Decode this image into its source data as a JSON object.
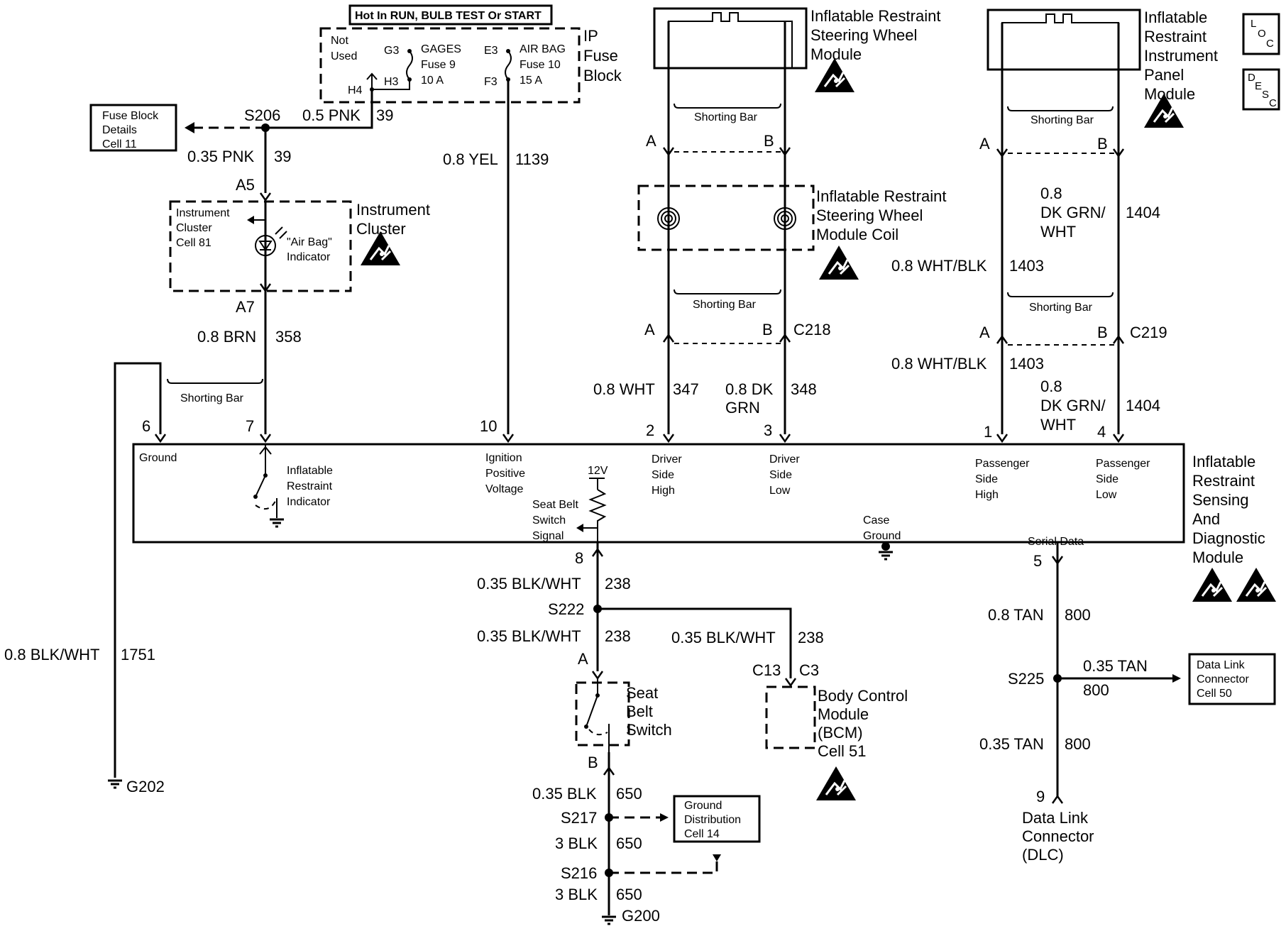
{
  "fuse_block": {
    "hot_label": "Hot In RUN, BULB TEST Or START",
    "not_used": [
      "Not",
      "Used"
    ],
    "gages": [
      "GAGES",
      "Fuse 9",
      "10 A"
    ],
    "airbag": [
      "AIR BAG",
      "Fuse 10",
      "15 A"
    ],
    "title": [
      "IP",
      "Fuse",
      "Block"
    ],
    "pins": {
      "g3": "G3",
      "h3": "H3",
      "h4": "H4",
      "e3": "E3",
      "f3": "F3"
    }
  },
  "fuse_block_details": [
    "Fuse Block",
    "Details",
    "Cell 11"
  ],
  "splices": {
    "s206": "S206",
    "s222": "S222",
    "s225": "S225",
    "s217": "S217",
    "s216": "S216"
  },
  "wires": {
    "w39_top": {
      "size": "0.5 PNK",
      "circuit": "39"
    },
    "w39": {
      "size": "0.35 PNK",
      "circuit": "39"
    },
    "w1139": {
      "size": "0.8 YEL",
      "circuit": "1139"
    },
    "w358": {
      "size": "0.8 BRN",
      "circuit": "358"
    },
    "w1751": {
      "size": "0.8 BLK/WHT",
      "circuit": "1751"
    },
    "w347": {
      "size": "0.8 WHT",
      "circuit": "347"
    },
    "w348": {
      "size": [
        "0.8 DK",
        "GRN"
      ],
      "circuit": "348"
    },
    "w1403_top": {
      "size": "0.8 WHT/BLK",
      "circuit": "1403"
    },
    "w1404_top": {
      "size": [
        "0.8",
        "DK GRN/",
        "WHT"
      ],
      "circuit": "1404"
    },
    "w1403_bot": {
      "size": "0.8 WHT/BLK",
      "circuit": "1403"
    },
    "w1404_bot": {
      "size": [
        "0.8",
        "DK GRN/",
        "WHT"
      ],
      "circuit": "1404"
    },
    "w238_a": {
      "size": "0.35 BLK/WHT",
      "circuit": "238"
    },
    "w238_b": {
      "size": "0.35 BLK/WHT",
      "circuit": "238"
    },
    "w238_c": {
      "size": "0.35 BLK/WHT",
      "circuit": "238"
    },
    "w800_a": {
      "size": "0.8 TAN",
      "circuit": "800"
    },
    "w800_b": {
      "size": "0.35 TAN",
      "circuit": "800"
    },
    "w800_c": {
      "size": "0.35 TAN",
      "circuit": "800"
    },
    "w650_a": {
      "size": "0.35 BLK",
      "circuit": "650"
    },
    "w650_b": {
      "size": "3 BLK",
      "circuit": "650"
    },
    "w650_c": {
      "size": "3 BLK",
      "circuit": "650"
    }
  },
  "instrument_cluster": {
    "title": [
      "Instrument",
      "Cluster"
    ],
    "details": [
      "Instrument",
      "Cluster",
      "Cell 81"
    ],
    "indicator": [
      "\"Air Bag\"",
      "Indicator"
    ],
    "pin_in": "A5",
    "pin_out": "A7"
  },
  "steering_module": {
    "title": [
      "Inflatable Restraint",
      "Steering Wheel",
      "Module"
    ],
    "shorting_bar": "Shorting Bar",
    "pin_a": "A",
    "pin_b": "B"
  },
  "steering_coil": {
    "title": [
      "Inflatable Restraint",
      "Steering Wheel",
      "Module Coil"
    ],
    "shorting_bar": "Shorting Bar",
    "pin_a": "A",
    "pin_b": "B",
    "connector": "C218"
  },
  "ip_module": {
    "title": [
      "Inflatable",
      "Restraint",
      "Instrument",
      "Panel",
      "Module"
    ],
    "shorting_bar": "Shorting Bar",
    "pin_a": "A",
    "pin_b": "B"
  },
  "c219": {
    "shorting_bar": "Shorting Bar",
    "pin_a": "A",
    "pin_b": "B",
    "connector": "C219"
  },
  "loc_desc": {
    "loc": [
      "L",
      "O",
      "C"
    ],
    "desc": [
      "D",
      "E",
      "S",
      "C"
    ]
  },
  "sdm": {
    "title": [
      "Inflatable",
      "Restraint",
      "Sensing",
      "And",
      "Diagnostic",
      "Module"
    ],
    "shorting_bar": "Shorting Bar",
    "pins": [
      "6",
      "7",
      "10",
      "2",
      "3",
      "1",
      "4",
      "8",
      "5"
    ],
    "ground": "Ground",
    "indicator": [
      "Inflatable",
      "Restraint",
      "Indicator"
    ],
    "ignition": [
      "Ignition",
      "Positive",
      "Voltage"
    ],
    "v12": "12V",
    "seatbelt_signal": [
      "Seat Belt",
      "Switch",
      "Signal"
    ],
    "driver_high": [
      "Driver",
      "Side",
      "High"
    ],
    "driver_low": [
      "Driver",
      "Side",
      "Low"
    ],
    "passenger_high": [
      "Passenger",
      "Side",
      "High"
    ],
    "passenger_low": [
      "Passenger",
      "Side",
      "Low"
    ],
    "case_ground": [
      "Case",
      "Ground"
    ],
    "serial_data": "Serial Data"
  },
  "seat_belt_switch": {
    "title": [
      "Seat",
      "Belt",
      "Switch"
    ],
    "pin_a": "A",
    "pin_b": "B"
  },
  "bcm": {
    "title": [
      "Body Control",
      "Module",
      "(BCM)",
      "Cell 51"
    ],
    "pin_c13": "C13",
    "pin_c3": "C3"
  },
  "dlc_box": [
    "Data Link",
    "Connector",
    "Cell 50"
  ],
  "dlc": {
    "pin": "9",
    "title": [
      "Data Link",
      "Connector",
      "(DLC)"
    ]
  },
  "ground_dist": [
    "Ground",
    "Distribution",
    "Cell 14"
  ],
  "grounds": {
    "g202": "G202",
    "g200": "G200"
  }
}
